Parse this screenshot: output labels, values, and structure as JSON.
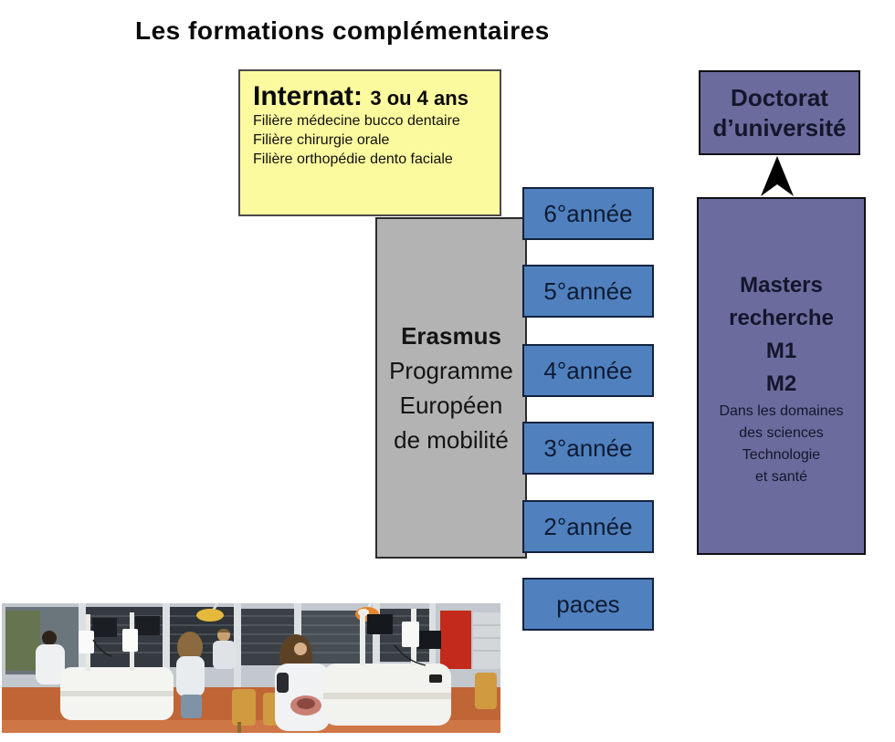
{
  "title": "Les formations complémentaires",
  "colors": {
    "internat_bg": "#fbfa9e",
    "slate_bg": "#6b6c9d",
    "year_bg": "#5081be",
    "erasmus_bg": "#b3b3b3"
  },
  "internat": {
    "heading": "Internat:",
    "duration": "3 ou 4 ans",
    "lines": [
      "Filière médecine bucco dentaire",
      "Filière chirurgie orale",
      "Filière orthopédie dento faciale"
    ]
  },
  "doctorat": {
    "lines": [
      "Doctorat",
      "d’université"
    ]
  },
  "masters": {
    "bold_lines": [
      "Masters",
      "recherche",
      "M1",
      "M2"
    ],
    "detail_lines": [
      "Dans les domaines",
      "des sciences",
      "Technologie",
      "et santé"
    ]
  },
  "erasmus": {
    "heading": "Erasmus",
    "lines": [
      "Programme",
      "Européen",
      "de mobilité"
    ]
  },
  "years": [
    {
      "label": "6°année"
    },
    {
      "label": "5°année"
    },
    {
      "label": "4°année"
    },
    {
      "label": "3°année"
    },
    {
      "label": "2°année"
    },
    {
      "label": "paces"
    }
  ]
}
